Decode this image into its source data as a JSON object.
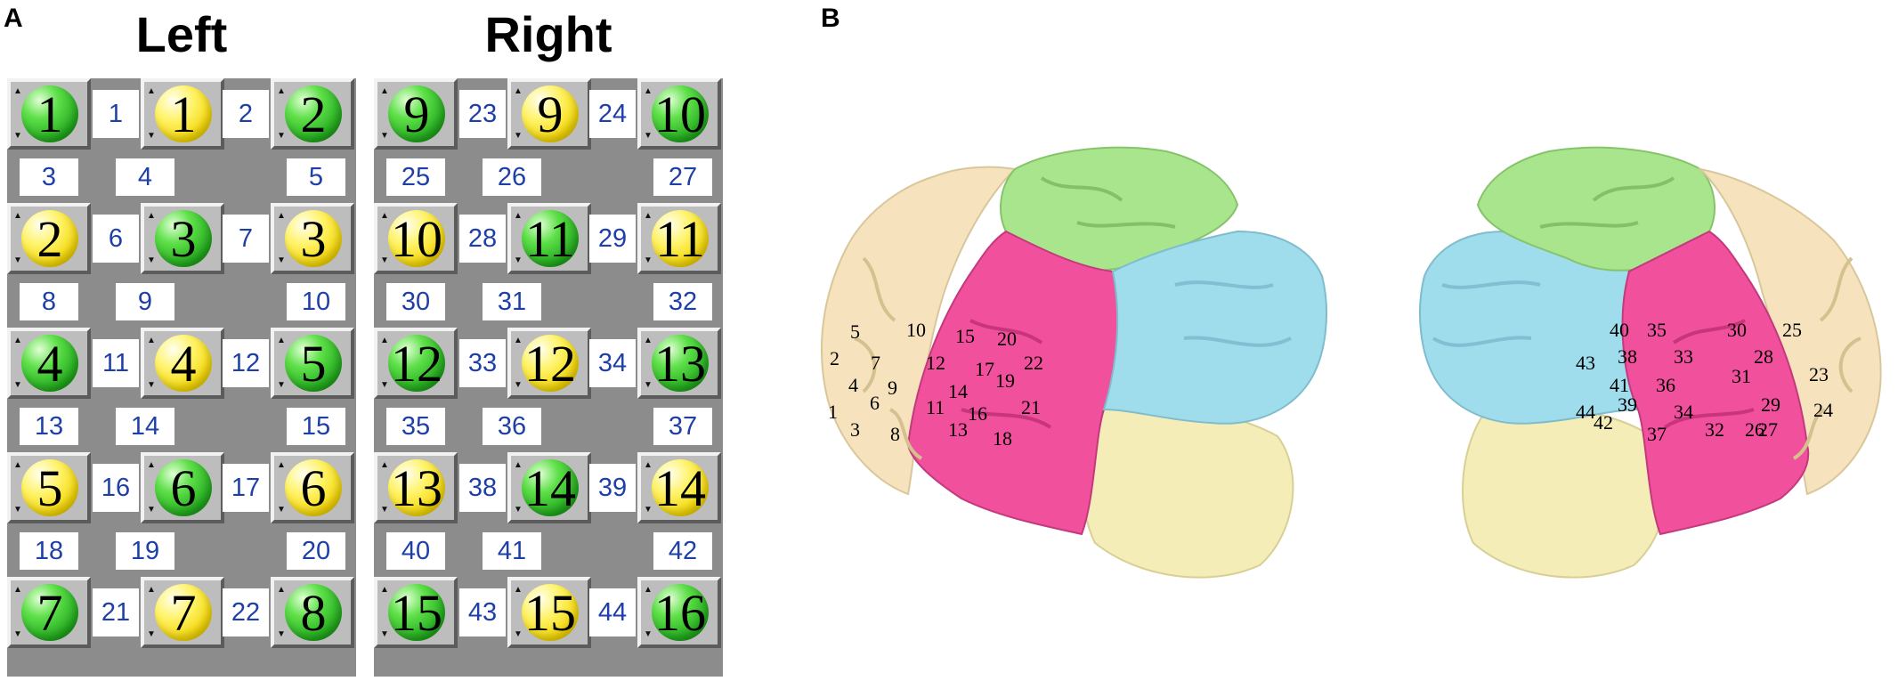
{
  "panels": {
    "a": "A",
    "b": "B"
  },
  "titles": {
    "left": "Left",
    "right": "Right"
  },
  "left_grid": {
    "rows": [
      {
        "cells": [
          {
            "label": "1",
            "color": "green"
          },
          {
            "label": "1",
            "color": "yellow"
          },
          {
            "label": "2",
            "color": "green"
          }
        ],
        "between": [
          "1",
          "2"
        ],
        "below": [
          "3",
          "4",
          "5"
        ]
      },
      {
        "cells": [
          {
            "label": "2",
            "color": "yellow"
          },
          {
            "label": "3",
            "color": "green"
          },
          {
            "label": "3",
            "color": "yellow"
          }
        ],
        "between": [
          "6",
          "7"
        ],
        "below": [
          "8",
          "9",
          "10"
        ]
      },
      {
        "cells": [
          {
            "label": "4",
            "color": "green"
          },
          {
            "label": "4",
            "color": "yellow"
          },
          {
            "label": "5",
            "color": "green"
          }
        ],
        "between": [
          "11",
          "12"
        ],
        "below": [
          "13",
          "14",
          "15"
        ]
      },
      {
        "cells": [
          {
            "label": "5",
            "color": "yellow"
          },
          {
            "label": "6",
            "color": "green"
          },
          {
            "label": "6",
            "color": "yellow"
          }
        ],
        "between": [
          "16",
          "17"
        ],
        "below": [
          "18",
          "19",
          "20"
        ]
      },
      {
        "cells": [
          {
            "label": "7",
            "color": "green"
          },
          {
            "label": "7",
            "color": "yellow"
          },
          {
            "label": "8",
            "color": "green"
          }
        ],
        "between": [
          "21",
          "22"
        ],
        "below": []
      }
    ]
  },
  "right_grid": {
    "rows": [
      {
        "cells": [
          {
            "label": "9",
            "color": "green"
          },
          {
            "label": "9",
            "color": "yellow"
          },
          {
            "label": "10",
            "color": "green"
          }
        ],
        "between": [
          "23",
          "24"
        ],
        "below": [
          "25",
          "26",
          "27"
        ]
      },
      {
        "cells": [
          {
            "label": "10",
            "color": "yellow"
          },
          {
            "label": "11",
            "color": "green"
          },
          {
            "label": "11",
            "color": "yellow"
          }
        ],
        "between": [
          "28",
          "29"
        ],
        "below": [
          "30",
          "31",
          "32"
        ]
      },
      {
        "cells": [
          {
            "label": "12",
            "color": "green"
          },
          {
            "label": "12",
            "color": "yellow"
          },
          {
            "label": "13",
            "color": "green"
          }
        ],
        "between": [
          "33",
          "34"
        ],
        "below": [
          "35",
          "36",
          "37"
        ]
      },
      {
        "cells": [
          {
            "label": "13",
            "color": "yellow"
          },
          {
            "label": "14",
            "color": "green"
          },
          {
            "label": "14",
            "color": "yellow"
          }
        ],
        "between": [
          "38",
          "39"
        ],
        "below": [
          "40",
          "41",
          "42"
        ]
      },
      {
        "cells": [
          {
            "label": "15",
            "color": "green"
          },
          {
            "label": "15",
            "color": "yellow"
          },
          {
            "label": "16",
            "color": "green"
          }
        ],
        "between": [
          "43",
          "44"
        ],
        "below": []
      }
    ]
  },
  "colors": {
    "ball_green": "#2fbf22",
    "ball_yellow": "#f7e21a",
    "number_blue": "#1f3fa8",
    "frontal": "#f6e3bd",
    "parietal": "#a9e58c",
    "temporal": "#f0509c",
    "occipital": "#9fdcec",
    "cerebellum": "#f4edb8"
  },
  "left_brain_labels": [
    "1",
    "2",
    "3",
    "4",
    "5",
    "6",
    "7",
    "8",
    "9",
    "10",
    "11",
    "12",
    "13",
    "14",
    "15",
    "16",
    "17",
    "18",
    "19",
    "20",
    "21",
    "22"
  ],
  "right_brain_labels": [
    "23",
    "24",
    "25",
    "26",
    "27",
    "28",
    "29",
    "30",
    "31",
    "32",
    "33",
    "34",
    "35",
    "36",
    "37",
    "38",
    "39",
    "40",
    "41",
    "42",
    "43",
    "44"
  ]
}
